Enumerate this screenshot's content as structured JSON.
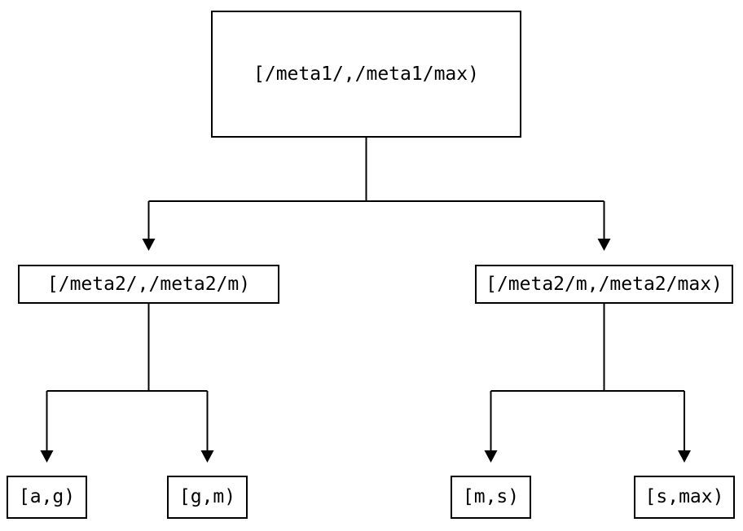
{
  "diagram": {
    "type": "tree",
    "colors": {
      "line": "#000000",
      "text": "#000000",
      "background": "#ffffff",
      "node_fill": "#ffffff"
    },
    "nodes": [
      {
        "id": "root",
        "label": "[/meta1/,/meta1/max)"
      },
      {
        "id": "l2-left",
        "label": "[/meta2/,/meta2/m)"
      },
      {
        "id": "l2-right",
        "label": "[/meta2/m,/meta2/max)"
      },
      {
        "id": "leaf-ag",
        "label": "[a,g)"
      },
      {
        "id": "leaf-gm",
        "label": "[g,m)"
      },
      {
        "id": "leaf-ms",
        "label": "[m,s)"
      },
      {
        "id": "leaf-smax",
        "label": "[s,max)"
      }
    ],
    "edges": [
      {
        "from": "root",
        "to": "l2-left"
      },
      {
        "from": "root",
        "to": "l2-right"
      },
      {
        "from": "l2-left",
        "to": "leaf-ag"
      },
      {
        "from": "l2-left",
        "to": "leaf-gm"
      },
      {
        "from": "l2-right",
        "to": "leaf-ms"
      },
      {
        "from": "l2-right",
        "to": "leaf-smax"
      }
    ]
  }
}
